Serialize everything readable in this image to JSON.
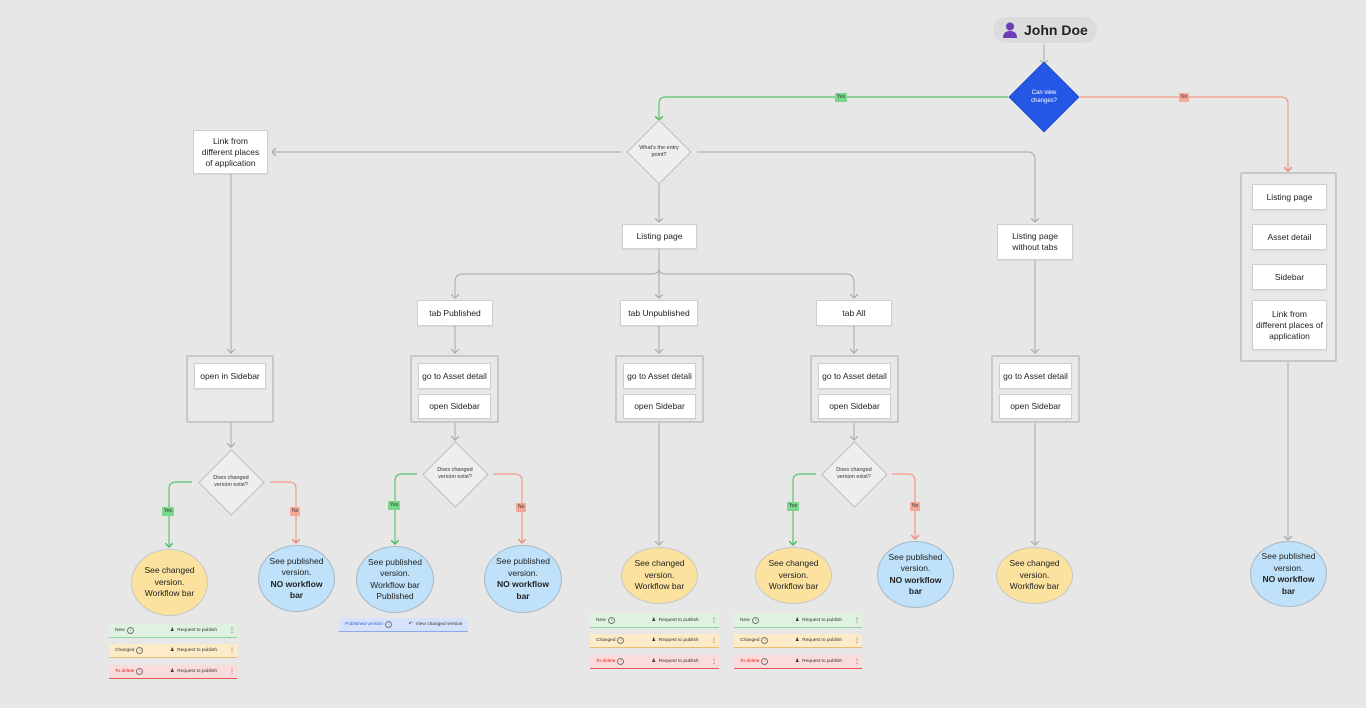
{
  "user": {
    "name": "John Doe",
    "icon": "user-icon"
  },
  "decision_main": "Can view changes?",
  "decision_entry": "What's the entry point?",
  "yes": "Yes",
  "no": "No",
  "nodes": {
    "link_from_different": "Link from different places of application",
    "listing_page": "Listing page",
    "listing_page_without_tabs": "Listing page without tabs",
    "tab_published": "tab Published",
    "tab_unpublished": "tab Unpublished",
    "tab_all": "tab All",
    "open_in_sidebar": "open in Sidebar",
    "go_to_asset_detail": "go to Asset detail",
    "go_to_asset_detali": "go to Asset detali",
    "open_sidebar": "open Sidebar"
  },
  "no_access": {
    "listing_page": "Listing page",
    "asset_detail": "Asset detail",
    "sidebar": "Sidebar",
    "link": "Link from different places of application"
  },
  "decision_changed": "Does changed version exist?",
  "outcomes": {
    "changed_workflow": [
      "See changed",
      "version.",
      "Workflow bar"
    ],
    "published_no_wf": [
      "See published",
      "version.",
      "NO workflow",
      "bar"
    ],
    "published_wf": [
      "See published",
      "version.",
      "Workflow bar",
      "Published"
    ]
  },
  "workflow": {
    "new": "New",
    "changed": "Changed",
    "to_delete": "To delete",
    "request": "Request to publish",
    "published_version": "Published version",
    "view_changed": "View changed version",
    "colors": {
      "new": "#dff2df",
      "changed": "#fdebc8",
      "delete": "#fbdcdc",
      "published": "#d6e2fb"
    }
  },
  "colors": {
    "yes_line": "#5cc46e",
    "no_line": "#f29a86",
    "gray_line": "#b3b3b3",
    "decision_blue": "#2457e6"
  }
}
